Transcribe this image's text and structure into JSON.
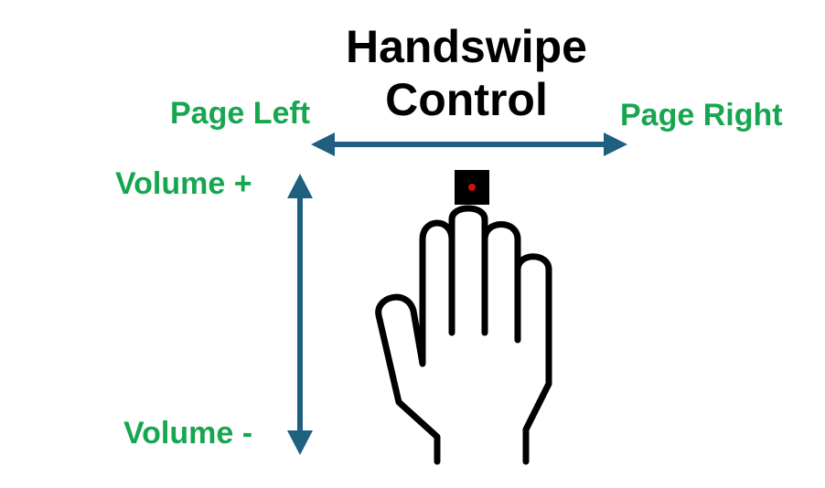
{
  "title_lines": [
    "Handswipe",
    "Control"
  ],
  "labels": {
    "page_left": "Page Left",
    "page_right": "Page Right",
    "volume_up": "Volume +",
    "volume_down": "Volume -"
  },
  "colors": {
    "label_green": "#17a650",
    "arrow_blue": "#1f5f80",
    "hand_outline": "#000000",
    "sensor_box": "#000000",
    "sensor_dot": "#cc1111"
  },
  "icons": {
    "hand": "raised-hand-icon",
    "sensor": "sensor-icon",
    "horizontal_arrow": "double-arrow-horizontal-icon",
    "vertical_arrow": "double-arrow-vertical-icon"
  }
}
